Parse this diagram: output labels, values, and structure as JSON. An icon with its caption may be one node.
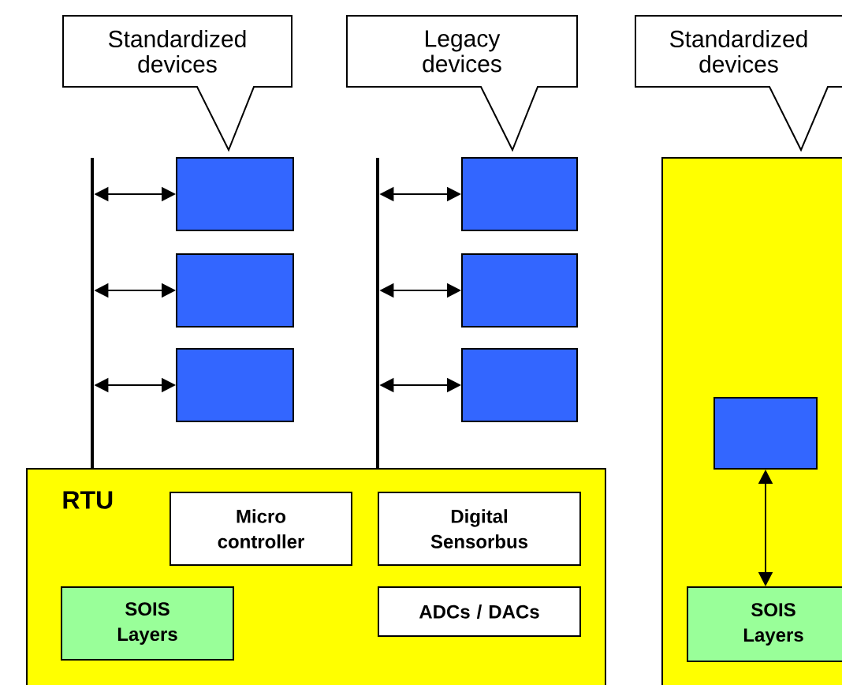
{
  "diagram": {
    "nodes": [
      {
        "text": [
          "Standardized devices"
        ]
      },
      {
        "text": [
          "Legacy devices"
        ]
      },
      {
        "text": [
          "Standardized devices"
        ]
      },
      {
        "text": [],
        "shape": "bar"
      },
      {
        "text": [],
        "shape": "box"
      },
      {
        "text": [],
        "shape": "box"
      },
      {
        "text": [],
        "shape": "box"
      },
      {
        "text": [],
        "shape": "bar"
      },
      {
        "text": [],
        "shape": "box"
      },
      {
        "text": [],
        "shape": "box"
      },
      {
        "text": [],
        "shape": "box"
      },
      {
        "text": [
          "RTU"
        ]
      },
      {
        "text": [
          "Micro controller"
        ],
        "in": 11
      },
      {
        "text": [
          "Digital Sensorbus"
        ],
        "in": 11
      },
      {
        "text": [
          "SOIS Layers"
        ],
        "in": 11
      },
      {
        "text": [
          "ADCs / DACs"
        ],
        "in": 11
      },
      {
        "text": [],
        "shape": "box"
      },
      {
        "text": [],
        "shape": "box",
        "in": 16
      },
      {
        "text": [
          "SOIS Layers"
        ],
        "in": 16
      }
    ],
    "edges": [
      {
        "from": 3,
        "to": 4,
        "arrow": "both"
      },
      {
        "from": 3,
        "to": 5,
        "arrow": "both"
      },
      {
        "from": 3,
        "to": 6,
        "arrow": "both"
      },
      {
        "from": 7,
        "to": 8,
        "arrow": "both"
      },
      {
        "from": 7,
        "to": 9,
        "arrow": "both"
      },
      {
        "from": 7,
        "to": 10,
        "arrow": "both"
      },
      {
        "from": 17,
        "to": 18,
        "arrow": "both"
      }
    ]
  }
}
